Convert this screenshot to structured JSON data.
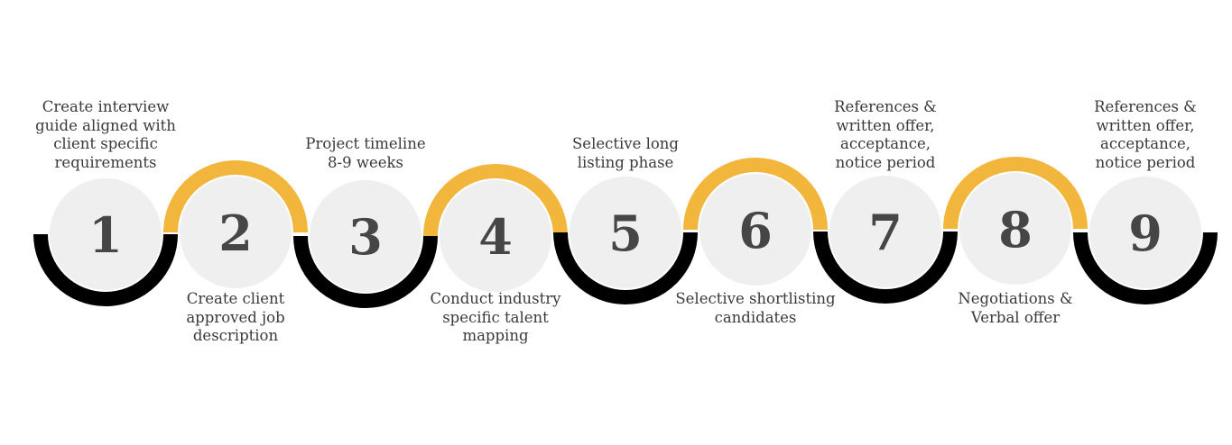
{
  "colors": {
    "circle_fill": "#efefef",
    "number": "#464646",
    "arc_yellow": "#f2b63c",
    "arc_black": "#000000",
    "label": "#3a3a3a"
  },
  "steps": [
    {
      "number": "1",
      "label": "Create interview\nguide aligned with\nclient specific\nrequirements",
      "label_position": "top"
    },
    {
      "number": "2",
      "label": "Create client\napproved job\ndescription",
      "label_position": "bottom"
    },
    {
      "number": "3",
      "label": "Project timeline\n8-9 weeks",
      "label_position": "top"
    },
    {
      "number": "4",
      "label": "Conduct industry\nspecific talent\nmapping",
      "label_position": "bottom"
    },
    {
      "number": "5",
      "label": "Selective long\nlisting phase",
      "label_position": "top"
    },
    {
      "number": "6",
      "label": "Selective shortlisting\ncandidates",
      "label_position": "bottom"
    },
    {
      "number": "7",
      "label": "References &\nwritten offer,\nacceptance,\nnotice period",
      "label_position": "top"
    },
    {
      "number": "8",
      "label": "Negotiations &\nVerbal offer",
      "label_position": "bottom"
    },
    {
      "number": "9",
      "label": "References &\nwritten offer,\nacceptance,\nnotice period",
      "label_position": "top"
    }
  ]
}
